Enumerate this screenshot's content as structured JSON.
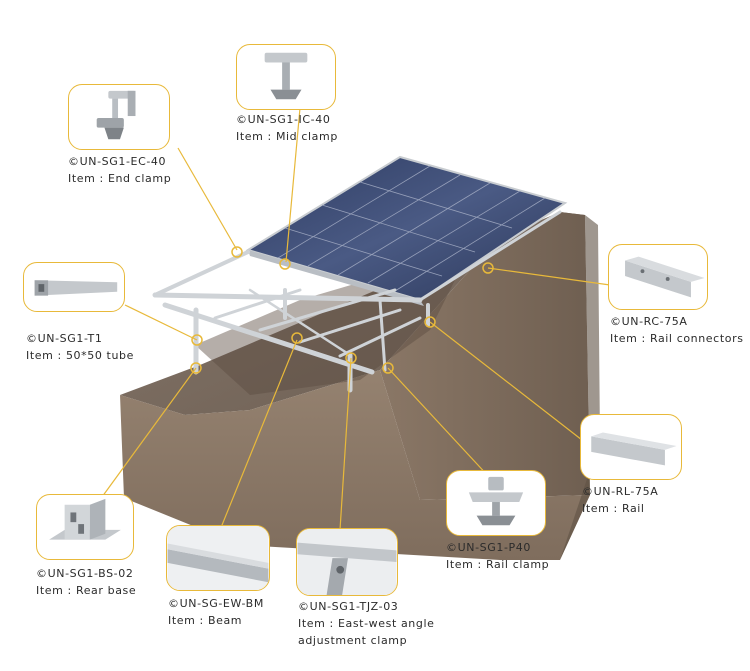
{
  "components": [
    {
      "id": "end-clamp",
      "code": "©UN-SG1-EC-40",
      "item": "Item : End clamp"
    },
    {
      "id": "mid-clamp",
      "code": "©UN-SG1-IC-40",
      "item": "Item : Mid clamp"
    },
    {
      "id": "tube",
      "code": "©UN-SG1-T1",
      "item": "Item : 50*50 tube"
    },
    {
      "id": "rail-connectors",
      "code": "©UN-RC-75A",
      "item": "Item : Rail connectors"
    },
    {
      "id": "rail",
      "code": "©UN-RL-75A",
      "item": "Item : Rail"
    },
    {
      "id": "rail-clamp",
      "code": "©UN-SG1-P40",
      "item": "Item : Rail clamp"
    },
    {
      "id": "rear-base",
      "code": "©UN-SG1-BS-02",
      "item": "Item : Rear base"
    },
    {
      "id": "beam",
      "code": "©UN-SG-EW-BM",
      "item": "Item : Beam"
    },
    {
      "id": "ew-clamp",
      "code": "©UN-SG1-TJZ-03",
      "item": "Item : East-west angle",
      "item_line2": "adjustment clamp"
    }
  ],
  "colors": {
    "callout": "#e8b93a",
    "ground_top": "#7c6d60",
    "ground_front": "#8f7c6a",
    "ground_side": "#6e5f52",
    "panel": "#3a4a72",
    "frame": "#c8ccd0"
  }
}
